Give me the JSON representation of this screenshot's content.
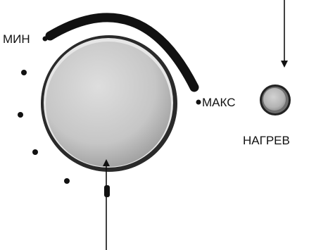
{
  "scale": {
    "min_label": "МИН",
    "max_label": "МАКС"
  },
  "indicator": {
    "label": "НАГРЕВ"
  },
  "colors": {
    "ink": "#111111",
    "knob_face": "#c9c9c9",
    "knob_rim": "#2a2a2a",
    "lamp_face": "#bdbdbd",
    "background": "#ffffff"
  },
  "icons": {
    "control": "rotary-knob-icon",
    "lamp": "indicator-lamp-icon"
  }
}
